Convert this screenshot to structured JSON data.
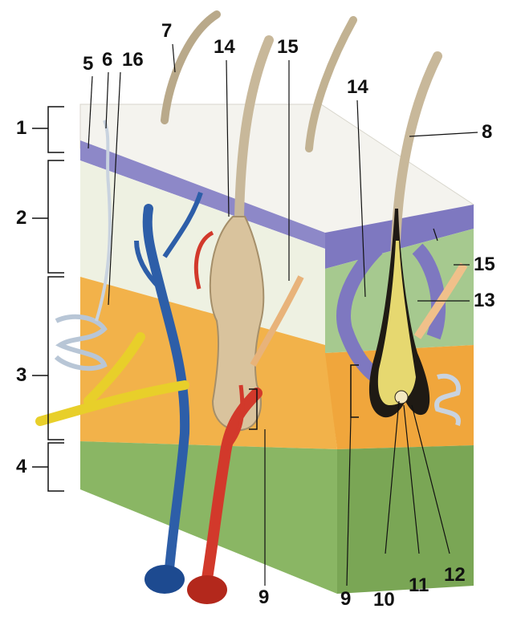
{
  "labels": {
    "l1": "1",
    "l2": "2",
    "l3": "3",
    "l4": "4",
    "l5": "5",
    "l6": "6",
    "l7": "7",
    "l8": "8",
    "l9a": "9",
    "l9b": "9",
    "l10": "10",
    "l11": "11",
    "l12": "12",
    "l13": "13",
    "l14a": "14",
    "l14b": "14",
    "l15a": "15",
    "l15b": "15",
    "l16": "16"
  },
  "colors": {
    "epidermis": "#8d88c8",
    "dermis_papillary": "#e7ecd9",
    "dermis_green": "#a6c98f",
    "hypodermis": "#f2b24a",
    "deep_green": "#7aa655",
    "vein": "#2d5ea8",
    "artery": "#d2392b",
    "nerve": "#e8cf2a",
    "gland": "#dcc49a",
    "hair": "#c8b89a"
  }
}
